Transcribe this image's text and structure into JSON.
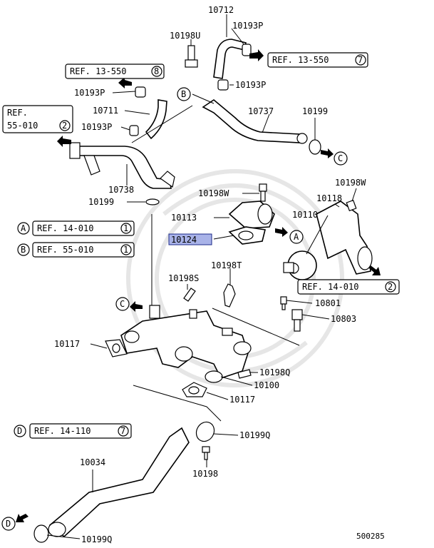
{
  "diagram_id": "500285",
  "highlighted_part": "10124",
  "part_labels": {
    "p10712": "10712",
    "p10198U": "10198U",
    "p10193P_top": "10193P",
    "p10193P_mid": "10193P",
    "p10193P_left1": "10193P",
    "p10193P_left2": "10193P",
    "p10711": "10711",
    "p10737": "10737",
    "p10199_right": "10199",
    "p10738": "10738",
    "p10199_left": "10199",
    "p10198W_mid": "10198W",
    "p10198W_right": "10198W",
    "p10118": "10118",
    "p10113": "10113",
    "p10110": "10110",
    "p10124": "10124",
    "p10198S": "10198S",
    "p10198T": "10198T",
    "p10801": "10801",
    "p10803": "10803",
    "p10117_left": "10117",
    "p10198Q": "10198Q",
    "p10100": "10100",
    "p10117_bottom": "10117",
    "p10199Q_mid": "10199Q",
    "p10034": "10034",
    "p10198": "10198",
    "p10199Q_bottom": "10199Q"
  },
  "references": {
    "ref_13_550_8": {
      "text": "REF. 13-550",
      "num": "8"
    },
    "ref_13_550_7": {
      "text": "REF. 13-550",
      "num": "7"
    },
    "ref_55_010_2": {
      "line1": "REF.",
      "line2": "55-010",
      "num": "2"
    },
    "ref_14_010_1": {
      "letter": "A",
      "text": "REF. 14-010",
      "num": "1"
    },
    "ref_55_010_1": {
      "letter": "B",
      "text": "REF. 55-010",
      "num": "1"
    },
    "ref_14_010_2": {
      "text": "REF. 14-010",
      "num": "2"
    },
    "ref_14_110_7": {
      "letter": "D",
      "text": "REF. 14-110",
      "num": "7"
    }
  },
  "markers": {
    "B": "B",
    "C_right": "C",
    "A": "A",
    "C_left": "C",
    "D": "D"
  }
}
